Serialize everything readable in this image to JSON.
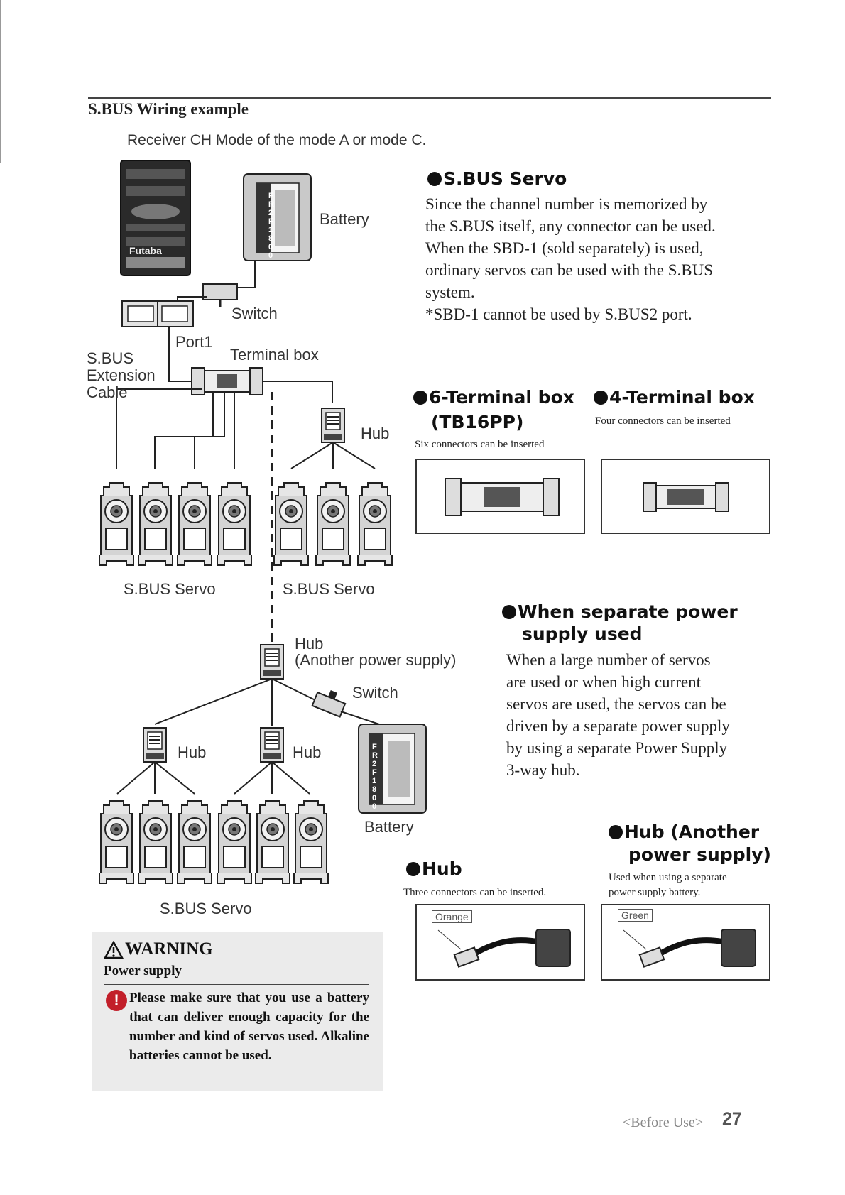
{
  "header": {
    "section_title": "S.BUS Wiring example",
    "subtitle": "Receiver  CH Mode of the mode A or mode C."
  },
  "diagram_labels": {
    "battery_top": "Battery",
    "switch_top": "Switch",
    "port1": "Port1",
    "terminal_box": "Terminal box",
    "sbus_ext_1": "S.BUS",
    "sbus_ext_2": "Extension",
    "sbus_ext_3": "Cable",
    "hub_top": "Hub",
    "sbus_servo_left": "S.BUS Servo",
    "sbus_servo_right": "S.BUS Servo",
    "hub_another_1": "Hub",
    "hub_another_2": "(Another power supply)",
    "switch_bottom": "Switch",
    "hub_left": "Hub",
    "hub_mid": "Hub",
    "battery_bottom": "Battery",
    "sbus_servo_bottom": "S.BUS Servo",
    "receiver_brand": "Futaba",
    "battery_model": "FR2F1800"
  },
  "sbus_servo": {
    "title": "S.BUS Servo",
    "lines": [
      "Since the channel number is memorized by",
      "the S.BUS itself, any connector can be used.",
      "When the SBD-1 (sold separately) is used,",
      "ordinary servos can be used with the S.BUS",
      "system.",
      "*SBD-1 cannot be used by S.BUS2 port."
    ]
  },
  "terminal6": {
    "title1": "6-Terminal box",
    "title2": "(TB16PP)",
    "caption": "Six connectors can be inserted"
  },
  "terminal4": {
    "title": "4-Terminal box",
    "caption": "Four connectors can be inserted"
  },
  "separate_power": {
    "title1": "When separate power",
    "title2": "supply used",
    "lines": [
      "When a large number of servos",
      "are used or when high current",
      "servos are used,  the servos can be",
      "driven by a separate power supply",
      "by using a separate Power Supply",
      "3-way hub."
    ]
  },
  "hub_info": {
    "title": "Hub",
    "caption": "Three connectors can be inserted.",
    "tag": "Orange"
  },
  "hub_another_info": {
    "title1": "Hub (Another",
    "title2": "power supply)",
    "caption1": "Used when using a separate",
    "caption2": "power supply battery.",
    "tag": "Green"
  },
  "warning": {
    "title": "WARNING",
    "subtitle": "Power supply",
    "body": "Please make sure that you use a battery that can deliver enough capacity for the number and kind of servos used. Alkaline batteries cannot be used."
  },
  "footer": {
    "section": "<Before Use>",
    "page": "27"
  }
}
